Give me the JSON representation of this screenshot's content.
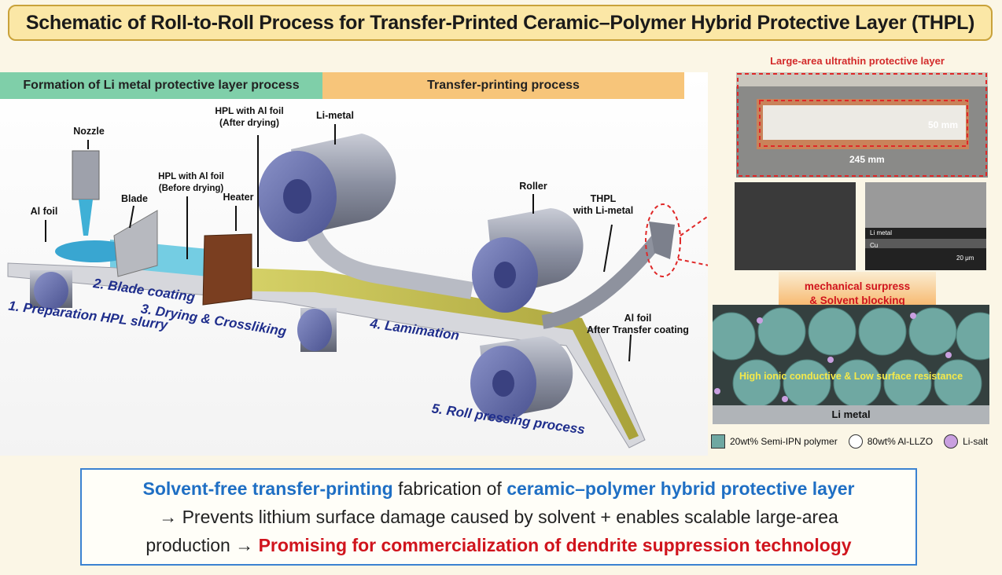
{
  "title": "Schematic of Roll-to-Roll Process for Transfer-Printed Ceramic–Polymer Hybrid Protective Layer (THPL)",
  "bands": {
    "left": "Formation of Li metal protective layer process",
    "right": "Transfer-printing process"
  },
  "labels": {
    "nozzle": "Nozzle",
    "al_foil": "Al foil",
    "blade": "Blade",
    "hpl_before": "HPL with Al foil",
    "hpl_before_2": "(Before drying)",
    "heater": "Heater",
    "hpl_after": "HPL with Al foil",
    "hpl_after_2": "(After drying)",
    "li_metal": "Li-metal",
    "roller": "Roller",
    "thpl": "THPL",
    "thpl_2": "with Li-metal",
    "al_foil_after": "Al foil",
    "al_foil_after_2": "After Transfer coating"
  },
  "steps": {
    "s1": "1. Preparation HPL slurry",
    "s2": "2. Blade coating",
    "s3": "3. Drying & Crossliking",
    "s4": "4. Lamimation",
    "s5": "5. Roll pressing process"
  },
  "right_panel": {
    "title": "Large-area ultrathin protective layer",
    "dim_width": "50 mm",
    "dim_length": "245 mm",
    "sem_li": "Li metal",
    "sem_cu": "Cu",
    "sem_scale": "20 μm",
    "top_note_1": "mechanical surpress",
    "top_note_2": "& Solvent blocking",
    "middle_note": "High ionic conductive & Low surface resistance",
    "base": "Li metal",
    "legend": {
      "polymer": "20wt% Semi-IPN polymer",
      "llzo": "80wt% Al-LLZO",
      "salt": "Li-salt"
    }
  },
  "summary": {
    "p1": "Solvent-free transfer-printing",
    "p2": " fabrication of ",
    "p3": "ceramic–polymer hybrid protective layer",
    "p4": "→ Prevents lithium surface damage caused by solvent + enables scalable large-area",
    "p5": "production → ",
    "p6": "Promising for commercialization of dendrite suppression technology"
  }
}
